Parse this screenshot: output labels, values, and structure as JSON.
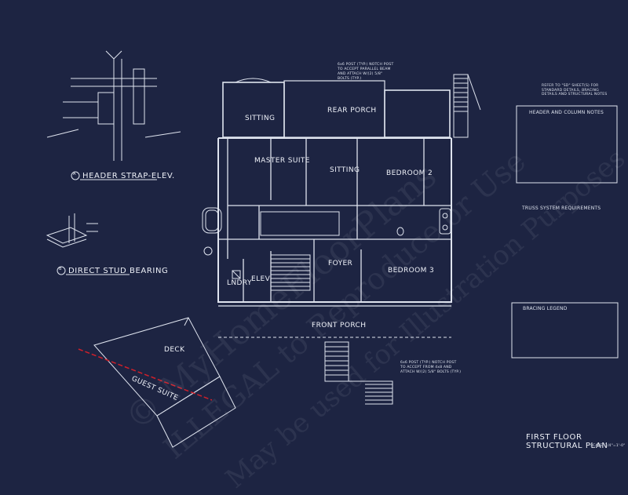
{
  "rooms": {
    "sitting_top": "SITTING",
    "rear_porch": "REAR PORCH",
    "master_suite": "MASTER SUITE",
    "sitting_mid": "SITTING",
    "bedroom2": "BEDROOM 2",
    "bedroom3": "BEDROOM 3",
    "foyer": "FOYER",
    "laundry": "LNDRY",
    "elev": "ELEV",
    "front_porch": "FRONT PORCH",
    "deck": "DECK",
    "guest_suite": "GUEST SUITE"
  },
  "details": {
    "header_strap_title": "HEADER STRAP-ELEV.",
    "header_strap_num": "A",
    "direct_stud_title": "DIRECT STUD BEARING",
    "direct_stud_num": "B"
  },
  "notes": {
    "refer_to": "REFER TO \"SD\" SHEET(S) FOR\nSTANDARD DETAILS, BRACING\nDETAILS AND STRUCTURAL NOTES",
    "header_column_title": "HEADER AND COLUMN NOTES",
    "truss_title": "TRUSS SYSTEM REQUIREMENTS",
    "bracing_title": "BRACING LEGEND",
    "rear_post": "6x6 POST (TYP.) NOTCH POST\nTO ACCEPT PARALLEL BEAM\nAND ATTACH W/(2) 5/8\"\nBOLTS (TYP.)",
    "front_post": "6x6 POST (TYP.) NOTCH POST\nTO ACCEPT FROM 4x8 AND\nATTACH W/(2) 5/8\" BOLTS (TYP.)"
  },
  "sheet": {
    "title": "FIRST FLOOR STRUCTURAL PLAN",
    "scale": "SCALE: 1/4\"=1'-0\""
  },
  "watermark": {
    "line1": "© MyHomeFloorPlans",
    "line2": "ILLEGAL to Reproduce or Use",
    "line3": "May be used for Illustration Purposes"
  },
  "colors": {
    "background": "#1d2442",
    "lines": "#dfe4ef",
    "cut_line": "#d0202a"
  }
}
